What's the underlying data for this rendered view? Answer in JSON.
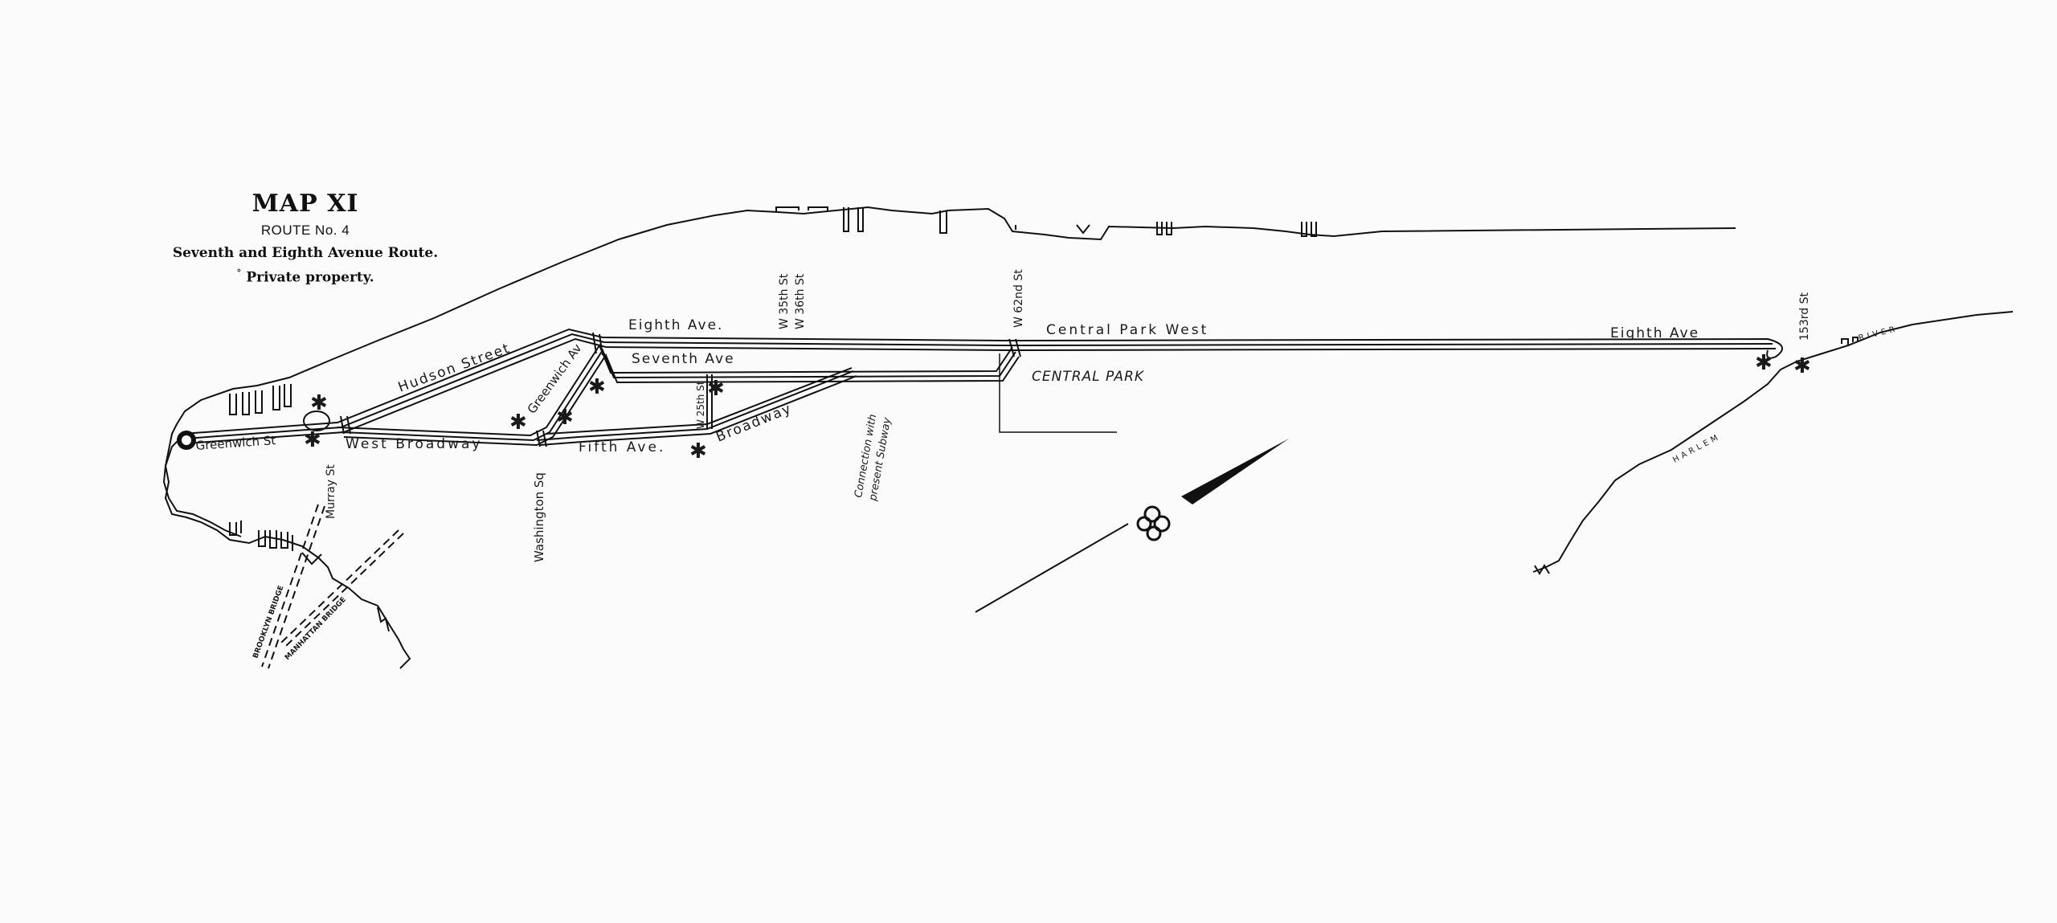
{
  "legend": {
    "title": "MAP XI",
    "route": "ROUTE No. 4",
    "subtitle": "Seventh and Eighth Avenue Route.",
    "note_marker": "°",
    "note": "Private property."
  },
  "labels": {
    "eighth_ave_lower": "Eighth Ave.",
    "seventh_ave": "Seventh Ave",
    "w35": "W 35th St",
    "w36": "W 36th St",
    "w62": "W 62nd St",
    "central_park_west": "Central Park West",
    "central_park": "CENTRAL PARK",
    "eighth_ave_upper": "Eighth Ave",
    "s153": "153rd St",
    "harlem": "HARLEM",
    "river": "RIVER",
    "hudson_street": "Hudson Street",
    "greenwich_av": "Greenwich Av",
    "greenwich_st": "Greenwich St",
    "west_broadway": "West Broadway",
    "fifth_ave": "Fifth Ave.",
    "broadway": "Broadway",
    "w25": "W 25th St",
    "washington_sq": "Washington Sq",
    "murray_st": "Murray St",
    "connection": "Connection with",
    "present_subway": "present Subway",
    "brooklyn_bridge": "BROOKLYN BRIDGE",
    "manhattan_bridge": "MANHATTAN BRIDGE"
  }
}
